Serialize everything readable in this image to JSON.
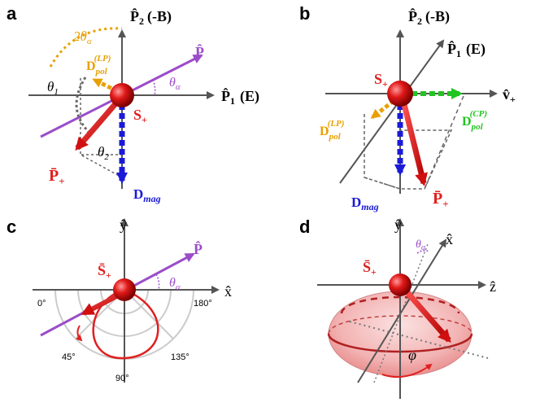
{
  "colors": {
    "purple": "#9b4dca",
    "red": "#e02020",
    "orange": "#e8a000",
    "blue": "#1a1ad8",
    "green": "#22c422",
    "grey": "#666666",
    "light_grey": "#cccccc",
    "dark_grey": "#444444"
  },
  "panel_a": {
    "letter": "a",
    "p2_label": "P̂",
    "p2_sub": "2",
    "p2_extra": "(-B)",
    "p1_label": "P̂",
    "p1_sub": "1",
    "p1_extra": "(E)",
    "p_label": "P̂",
    "theta_alpha_2": "2θ",
    "theta_alpha_2_sub": "α",
    "d_pol_lp": "D",
    "d_pol_lp_sub": "pol",
    "d_pol_lp_sup": "(LP)",
    "theta_alpha": "θ",
    "theta_alpha_sub": "α",
    "theta1": "θ",
    "theta1_sub": "1",
    "theta2": "θ",
    "theta2_sub": "2",
    "s_plus": "S",
    "s_plus_sub": "+",
    "pbar_plus": "P̄",
    "pbar_plus_sub": "+",
    "d_mag": "D",
    "d_mag_sub": "mag"
  },
  "panel_b": {
    "letter": "b",
    "p2_label": "P̂",
    "p2_sub": "2",
    "p2_extra": "(-B)",
    "p1_label": "P̂",
    "p1_sub": "1",
    "p1_extra": "(E)",
    "v_label": "v̂",
    "v_sub": "+",
    "s_plus": "S",
    "s_plus_sub": "+",
    "d_pol_lp": "D",
    "d_pol_lp_sub": "pol",
    "d_pol_lp_sup": "(LP)",
    "d_pol_cp": "D",
    "d_pol_cp_sub": "pol",
    "d_pol_cp_sup": "(CP)",
    "d_mag": "D",
    "d_mag_sub": "mag",
    "pbar_plus": "P̄",
    "pbar_plus_sub": "+"
  },
  "panel_c": {
    "letter": "c",
    "y_label": "ŷ",
    "x_label": "x̂",
    "p_label": "P̂",
    "s_bar": "S̄",
    "s_bar_sub": "+",
    "theta_alpha": "θ",
    "theta_alpha_sub": "α",
    "deg_0": "0°",
    "deg_45": "45°",
    "deg_90": "90°",
    "deg_135": "135°",
    "deg_180": "180°"
  },
  "panel_d": {
    "letter": "d",
    "y_label": "ŷ",
    "x_label": "x̂",
    "z_label": "ẑ",
    "s_bar": "S̄",
    "s_bar_sub": "+",
    "theta_alpha": "θ",
    "theta_alpha_sub": "α",
    "phi": "φ"
  }
}
